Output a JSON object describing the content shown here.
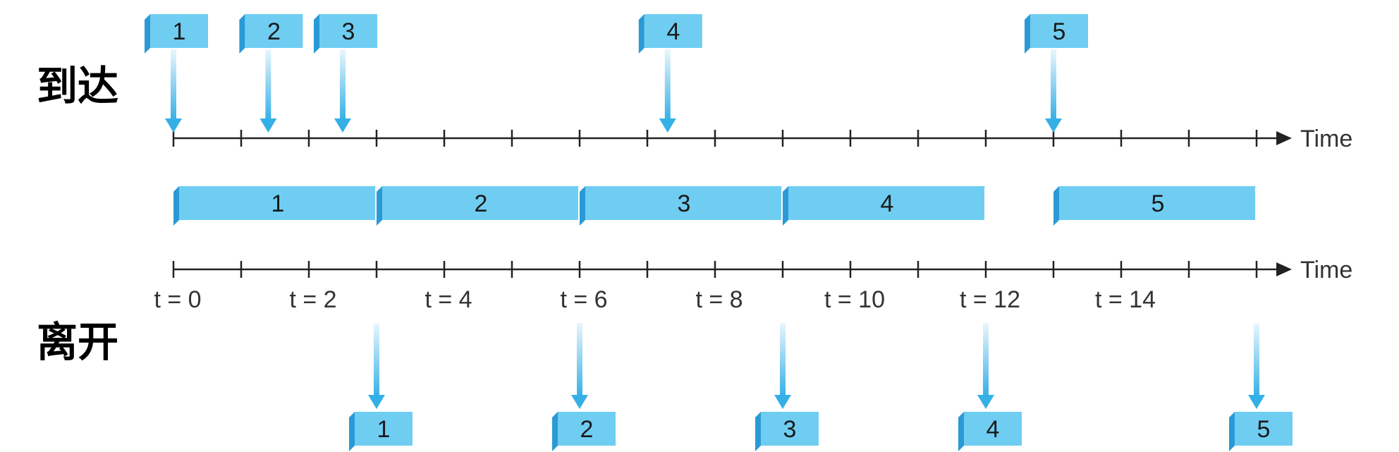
{
  "labels": {
    "arrival": "到达",
    "departure": "离开",
    "time": "Time"
  },
  "colors": {
    "box": "#6fcdf2",
    "box_side": "#2a9ad6",
    "box_top": "#a8e2f8",
    "arrow_top": "#eaf6fd",
    "arrow": "#35b0e6",
    "axis": "#222222"
  },
  "arrivals": [
    {
      "label": "1",
      "time": 0
    },
    {
      "label": "2",
      "time": 1.4
    },
    {
      "label": "3",
      "time": 2.5
    },
    {
      "label": "4",
      "time": 7.3
    },
    {
      "label": "5",
      "time": 13
    }
  ],
  "service": [
    {
      "label": "1",
      "start": 0,
      "end": 3
    },
    {
      "label": "2",
      "start": 3,
      "end": 6
    },
    {
      "label": "3",
      "start": 6,
      "end": 9
    },
    {
      "label": "4",
      "start": 9,
      "end": 12
    },
    {
      "label": "5",
      "start": 13,
      "end": 16
    }
  ],
  "departures": [
    {
      "label": "1",
      "time": 3
    },
    {
      "label": "2",
      "time": 6
    },
    {
      "label": "3",
      "time": 9
    },
    {
      "label": "4",
      "time": 12
    },
    {
      "label": "5",
      "time": 16
    }
  ],
  "time_axis": {
    "min": 0,
    "max": 16,
    "tick_labels": [
      {
        "time": 0,
        "text": "t = 0"
      },
      {
        "time": 2,
        "text": "t = 2"
      },
      {
        "time": 4,
        "text": "t = 4"
      },
      {
        "time": 6,
        "text": "t = 6"
      },
      {
        "time": 8,
        "text": "t = 8"
      },
      {
        "time": 10,
        "text": "t = 10"
      },
      {
        "time": 12,
        "text": "t = 12"
      },
      {
        "time": 14,
        "text": "t = 14"
      }
    ]
  }
}
